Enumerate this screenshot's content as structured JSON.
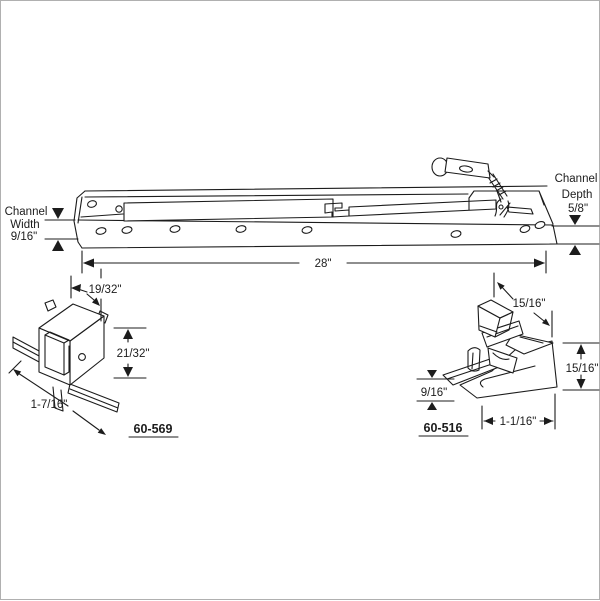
{
  "colors": {
    "background": "#ffffff",
    "line": "#1c1c1c",
    "border": "#b0b0b0"
  },
  "balance_assembly": {
    "channel_width": {
      "line1": "Channel",
      "line2": "Width",
      "line3": "9/16\""
    },
    "channel_depth": {
      "line1": "Channel",
      "line2": "Depth",
      "line3": "5/8\""
    },
    "overall_length": "28\""
  },
  "top_guide": {
    "part_number": "60-569",
    "top_width": "19/32\"",
    "side_height": "21/32\"",
    "diagonal_length": "1-7/16\""
  },
  "bottom_guide": {
    "part_number": "60-516",
    "top_width": "15/16\"",
    "side_height": "15/16\"",
    "flange_height": "9/16\"",
    "base_width": "1-1/16\""
  }
}
